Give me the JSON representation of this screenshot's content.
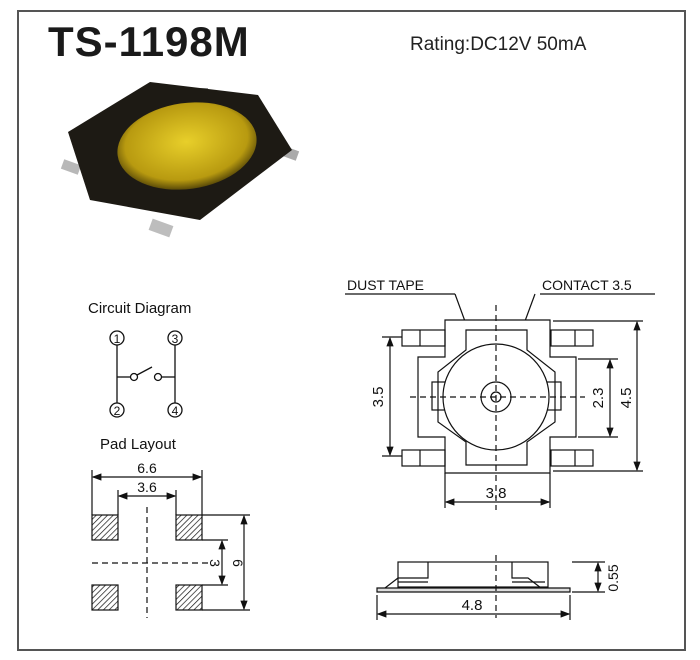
{
  "title": "TS-1198M",
  "rating": "Rating:DC12V 50mA",
  "circuit": {
    "label": "Circuit Diagram",
    "pins": [
      "1",
      "3",
      "2",
      "4"
    ]
  },
  "pad_layout": {
    "label": "Pad Layout",
    "dims": {
      "outer_width": "6.6",
      "inner_width": "3.6",
      "inner_height": "3",
      "outer_height": "6"
    }
  },
  "top_view": {
    "dust_tape": "DUST  TAPE",
    "contact": "CONTACT 3.5",
    "dims": {
      "left": "3.5",
      "right_inner": "2.3",
      "right_outer": "4.5",
      "bottom": "3.8"
    }
  },
  "side_view": {
    "dims": {
      "width": "4.8",
      "height": "0.55"
    }
  }
}
